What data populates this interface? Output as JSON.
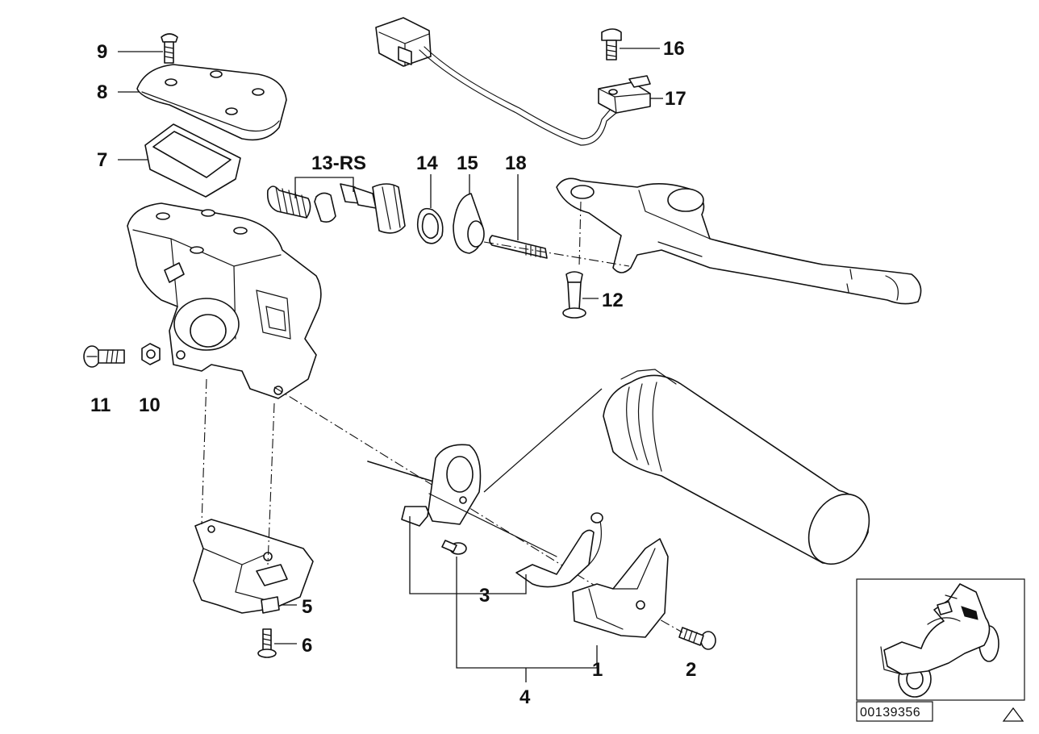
{
  "labels": {
    "l1": "1",
    "l2": "2",
    "l3": "3",
    "l4": "4",
    "l5": "5",
    "l6": "6",
    "l7": "7",
    "l8": "8",
    "l9": "9",
    "l10": "10",
    "l11": "11",
    "l12": "12",
    "l13": "13-RS",
    "l14": "14",
    "l15": "15",
    "l16": "16",
    "l17": "17",
    "l18": "18"
  },
  "reference_number": "00139356",
  "icons": {
    "thumbnail": "motorcycle-thumbnail-icon",
    "corner": "triangle-icon"
  }
}
